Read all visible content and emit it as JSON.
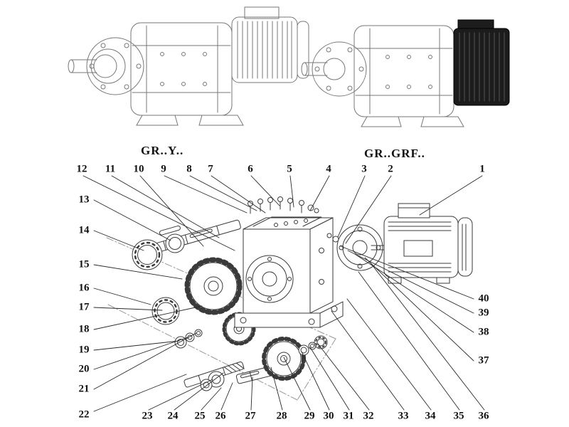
{
  "variant_labels": {
    "left": "GR..Y..",
    "right": "GR..GRF.."
  },
  "callouts": {
    "top": [
      "12",
      "11",
      "10",
      "9",
      "8",
      "7",
      "6",
      "5",
      "4",
      "3",
      "2",
      "1"
    ],
    "left": [
      "13",
      "14",
      "15",
      "16",
      "17",
      "18",
      "19",
      "20",
      "21",
      "22"
    ],
    "bottom": [
      "23",
      "24",
      "25",
      "26",
      "27",
      "28",
      "29",
      "30",
      "31",
      "32",
      "33",
      "34",
      "35",
      "36"
    ],
    "right": [
      "40",
      "39",
      "38",
      "37"
    ]
  },
  "colors": {
    "line": "#3a3a3a",
    "light_line": "#777777",
    "dark_fill": "#1c1c1c"
  }
}
